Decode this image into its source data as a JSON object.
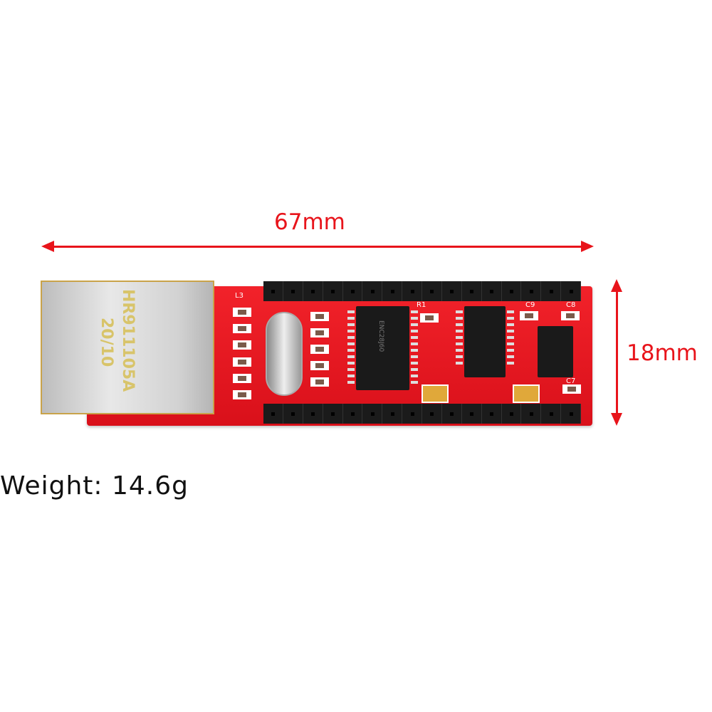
{
  "dimensions": {
    "length_label": "67mm",
    "width_label": "18mm"
  },
  "weight_label": "Weight: 14.6g",
  "board": {
    "jack_model": "HR911105A",
    "jack_date": "20/10",
    "main_chip": "ENC28J60",
    "silkscreen": {
      "l3": "L3",
      "r1": "R1",
      "c9": "C9",
      "c8": "C8",
      "c7": "C7"
    },
    "header_pins": 16,
    "colors": {
      "pcb": "#e5141d",
      "annotation": "#e8141b"
    }
  }
}
